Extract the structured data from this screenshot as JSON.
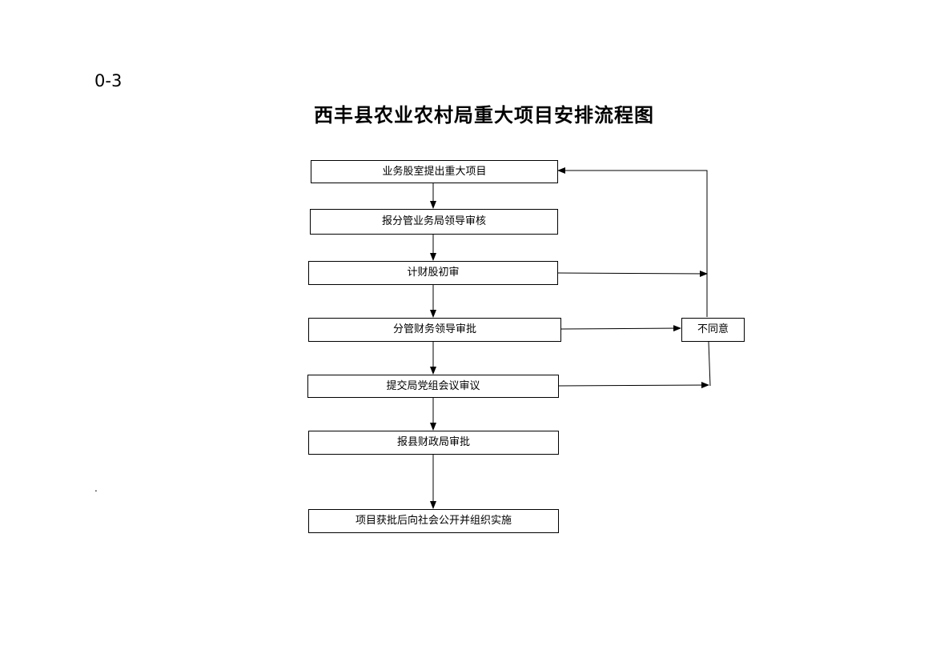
{
  "document": {
    "page_number": "0-3",
    "title": "西丰县农业农村局重大项目安排流程图",
    "stray_mark": "."
  },
  "flowchart": {
    "steps": [
      {
        "id": "step-1",
        "label": "业务股室提出重大项目"
      },
      {
        "id": "step-2",
        "label": "报分管业务局领导审核"
      },
      {
        "id": "step-3",
        "label": "计财股初审"
      },
      {
        "id": "step-4",
        "label": "分管财务领导审批"
      },
      {
        "id": "step-5",
        "label": "提交局党组会议审议"
      },
      {
        "id": "step-6",
        "label": "报县财政局审批"
      },
      {
        "id": "step-7",
        "label": "项目获批后向社会公开并组织实施"
      }
    ],
    "reject_node": {
      "id": "reject",
      "label": "不同意"
    },
    "line_color": "#000000"
  }
}
